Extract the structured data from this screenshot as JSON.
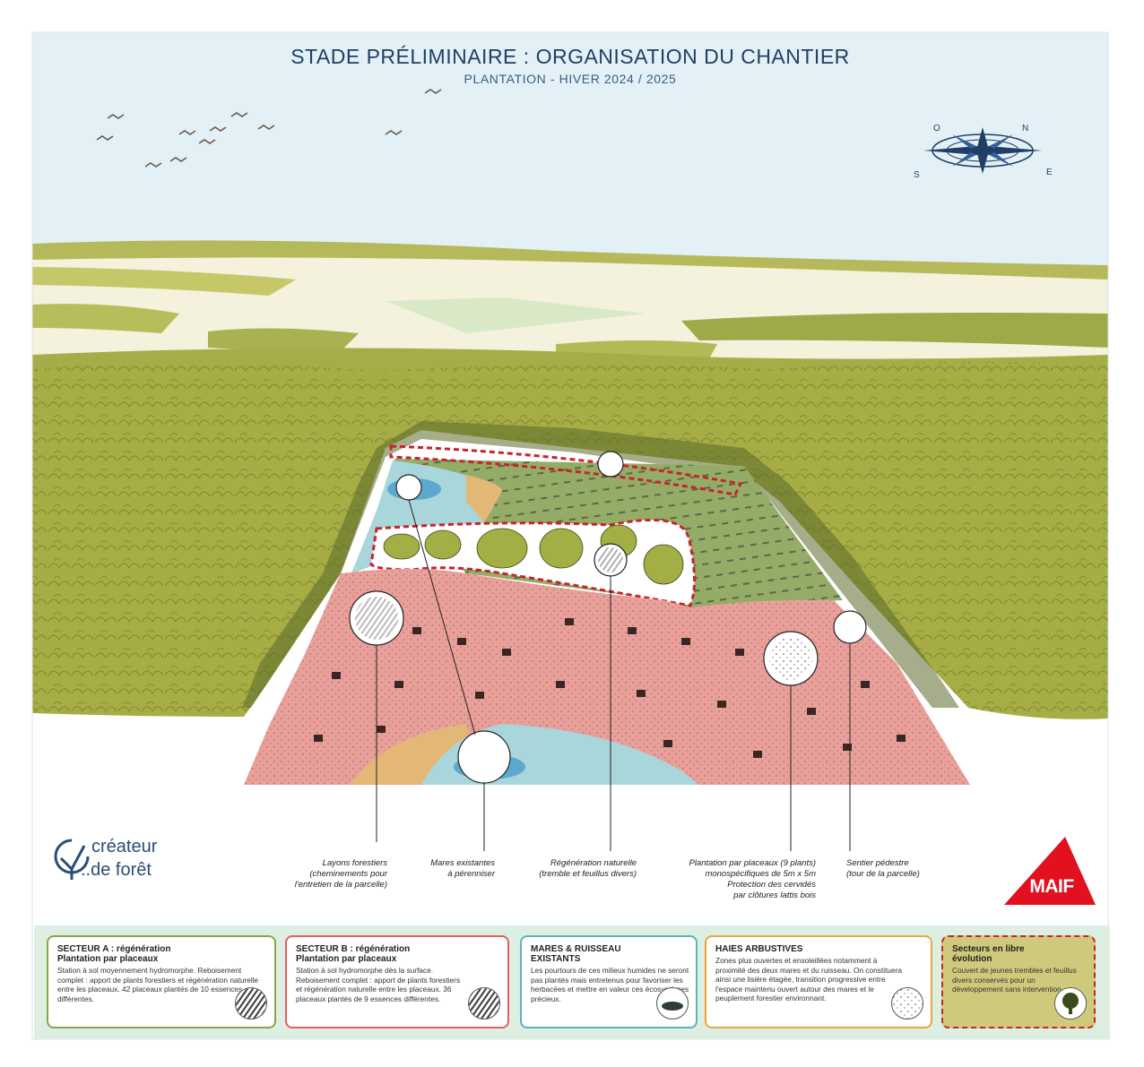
{
  "header": {
    "title": "STADE PRÉLIMINAIRE : ORGANISATION DU CHANTIER",
    "subtitle": "PLANTATION - HIVER 2024 / 2025"
  },
  "compass": {
    "north": "N",
    "west": "O",
    "south": "S",
    "east": "E",
    "icon": "compass-rose-icon",
    "color": "#1f3f66"
  },
  "colors": {
    "sky": "#e3f1f6",
    "forest": "#a7ad45",
    "secteur_a": "#94ac67",
    "secteur_b": "#e99f9a",
    "water": "#a9d6da",
    "hedge": "#e3b877",
    "free_zone": "#cfc97b",
    "boundary": "#c8232c",
    "legend_band": "#dcefe2"
  },
  "callouts": [
    {
      "id": "layons",
      "lines": [
        "Layons forestiers",
        "(cheminements pour",
        "l'entretien de la parcelle)"
      ]
    },
    {
      "id": "mares",
      "lines": [
        "Mares existantes",
        "à pérenniser"
      ]
    },
    {
      "id": "regeneration",
      "lines": [
        "Régénération naturelle",
        "(tremble et feuillus divers)"
      ]
    },
    {
      "id": "plantation",
      "lines": [
        "Plantation par placeaux  (9 plants)",
        "monospécifiques de 5m x 5m",
        "Protection des cervidés",
        "par clôtures lattis bois"
      ]
    },
    {
      "id": "sentier",
      "lines": [
        "Sentier pédestre",
        "(tour de la parcelle)"
      ]
    }
  ],
  "logos": {
    "createur_line1": "créateur",
    "createur_line2": "..de forêt",
    "maif": "MAIF"
  },
  "legend": [
    {
      "id": "secteur-a",
      "color": "#86a843",
      "title": "SECTEUR A : régénération",
      "subtitle": "Plantation par placeaux",
      "text": "Station à sol moyennement hydromorphe. Reboisement complet : apport de plants forestiers et régénération naturelle entre les placeaux. 42 placeaux plantés de 10 essences différentes.",
      "icon": "stripes-icon"
    },
    {
      "id": "secteur-b",
      "color": "#e2615f",
      "title": "SECTEUR B : régénération",
      "subtitle": "Plantation par placeaux",
      "text": "Station à sol hydromorphe dès la surface. Reboisement complet : apport de plants forestiers et régénération naturelle entre les placeaux. 36 placeaux plantés de 9 essences différentes.",
      "icon": "stripes-icon"
    },
    {
      "id": "mares",
      "color": "#5fb3b8",
      "title": "MARES & RUISSEAU",
      "subtitle": "EXISTANTS",
      "text": "Les pourtours de ces milieux humides ne seront pas plantés mais entretenus pour favoriser les herbacées et mettre en valeur ces écosystèmes précieux.",
      "icon": "pond-icon"
    },
    {
      "id": "haies",
      "color": "#e8a93b",
      "title": "HAIES ARBUSTIVES",
      "subtitle": "",
      "text": "Zones plus ouvertes et ensoleillées notamment à proximité des deux mares et du ruisseau. On constituera ainsi une lisière étagée, transition progressive entre l'espace maintenu ouvert autour des mares et le peuplement forestier environnant.",
      "icon": "dots-icon"
    },
    {
      "id": "libre",
      "color": "#c8232c",
      "title": "Secteurs en libre",
      "subtitle": "évolution",
      "text": "Couvert de jeunes trembles et feuillus divers conservés pour un développement sans intervention.",
      "icon": "tree-icon"
    }
  ]
}
